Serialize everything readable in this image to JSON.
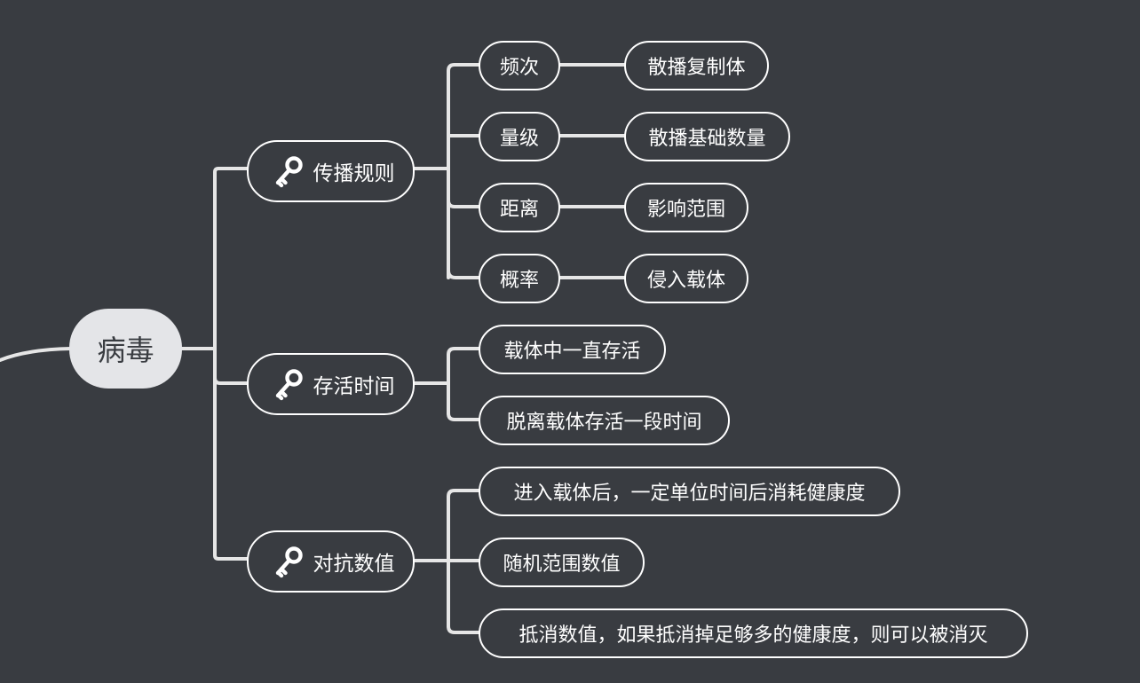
{
  "root": {
    "label": "病毒"
  },
  "icon": "key-icon",
  "colors": {
    "background": "#393c41",
    "line": "#e6e6e6",
    "root_fill": "#e4e5e8",
    "root_text": "#393c41"
  },
  "branches": [
    {
      "label": "传播规则",
      "children": [
        {
          "label": "频次",
          "children": [
            {
              "label": "散播复制体"
            }
          ]
        },
        {
          "label": "量级",
          "children": [
            {
              "label": "散播基础数量"
            }
          ]
        },
        {
          "label": "距离",
          "children": [
            {
              "label": "影响范围"
            }
          ]
        },
        {
          "label": "概率",
          "children": [
            {
              "label": "侵入载体"
            }
          ]
        }
      ]
    },
    {
      "label": "存活时间",
      "children": [
        {
          "label": "载体中一直存活"
        },
        {
          "label": "脱离载体存活一段时间"
        }
      ]
    },
    {
      "label": "对抗数值",
      "children": [
        {
          "label": "进入载体后，一定单位时间后消耗健康度"
        },
        {
          "label": "随机范围数值"
        },
        {
          "label": "抵消数值，如果抵消掉足够多的健康度，则可以被消灭"
        }
      ]
    }
  ]
}
